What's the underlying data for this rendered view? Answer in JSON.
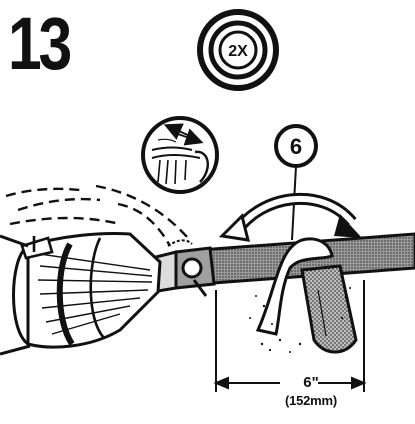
{
  "step": {
    "number": "13"
  },
  "repeat_badge": {
    "text": "2X"
  },
  "callout": {
    "number": "6"
  },
  "dimension": {
    "inch": "6\"",
    "metric": "(152mm)"
  }
}
